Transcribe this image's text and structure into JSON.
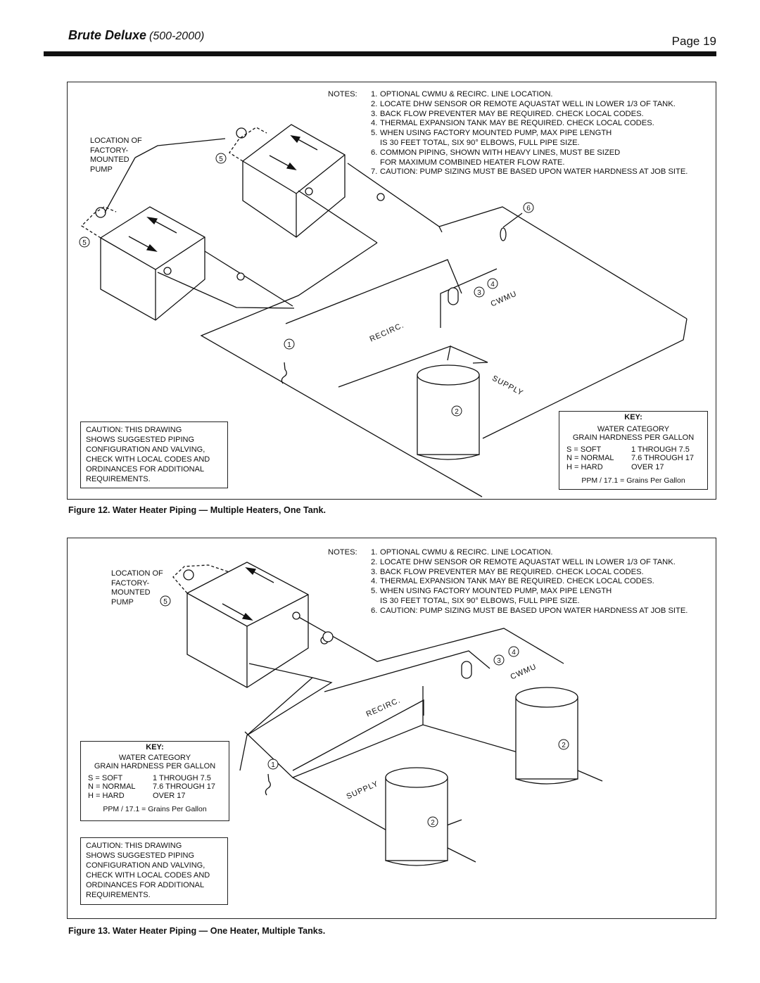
{
  "header": {
    "brand": "Brute Deluxe",
    "model": "(500-2000)",
    "page": "Page 19"
  },
  "figure12": {
    "caption": "Figure 12. Water Heater Piping — Multiple Heaters, One Tank.",
    "notes": {
      "lead": "NOTES:",
      "items": [
        {
          "num": "1.",
          "text": "OPTIONAL CWMU & RECIRC. LINE LOCATION."
        },
        {
          "num": "2.",
          "text": "LOCATE DHW SENSOR OR REMOTE AQUASTAT WELL IN LOWER 1/3 OF TANK."
        },
        {
          "num": "3.",
          "text": "BACK FLOW PREVENTER MAY BE REQUIRED. CHECK LOCAL CODES."
        },
        {
          "num": "4.",
          "text": "THERMAL EXPANSION TANK MAY BE REQUIRED. CHECK LOCAL CODES."
        },
        {
          "num": "5.",
          "text": "WHEN USING FACTORY MOUNTED PUMP, MAX PIPE LENGTH"
        },
        {
          "num": "",
          "text": "IS 30 FEET TOTAL, SIX 90° ELBOWS, FULL PIPE SIZE."
        },
        {
          "num": "6.",
          "text": "COMMON PIPING, SHOWN WITH HEAVY LINES, MUST BE SIZED"
        },
        {
          "num": "",
          "text": "FOR MAXIMUM COMBINED HEATER FLOW RATE."
        },
        {
          "num": "7.",
          "text": "CAUTION: PUMP SIZING MUST BE BASED UPON WATER HARDNESS AT JOB SITE."
        }
      ]
    },
    "pump_label": "LOCATION OF\nFACTORY-\nMOUNTED\nPUMP",
    "recirc": "RECIRC.",
    "supply": "SUPPLY",
    "cwmu": "CWMU",
    "callouts": [
      "1",
      "2",
      "3",
      "4",
      "5",
      "6"
    ],
    "caution": [
      "CAUTION: THIS DRAWING",
      "SHOWS SUGGESTED PIPING",
      "CONFIGURATION AND VALVING,",
      "CHECK WITH LOCAL CODES AND",
      "ORDINANCES FOR ADDITIONAL",
      "REQUIREMENTS."
    ],
    "key": {
      "title": "KEY:",
      "category": "WATER CATEGORY",
      "subtitle": "GRAIN HARDNESS PER GALLON",
      "rows": [
        {
          "code": "S = SOFT",
          "range": "1 THROUGH 7.5"
        },
        {
          "code": "N = NORMAL",
          "range": "7.6 THROUGH 17"
        },
        {
          "code": "H = HARD",
          "range": "OVER 17"
        }
      ],
      "ppm": "PPM / 17.1 = Grains Per Gallon"
    }
  },
  "figure13": {
    "caption": "Figure 13. Water Heater Piping — One Heater, Multiple Tanks.",
    "notes": {
      "lead": "NOTES:",
      "items": [
        {
          "num": "1.",
          "text": "OPTIONAL CWMU & RECIRC. LINE LOCATION."
        },
        {
          "num": "2.",
          "text": "LOCATE DHW SENSOR OR REMOTE AQUASTAT WELL IN LOWER 1/3 OF TANK."
        },
        {
          "num": "3.",
          "text": "BACK FLOW PREVENTER MAY BE REQUIRED. CHECK LOCAL CODES."
        },
        {
          "num": "4.",
          "text": "THERMAL EXPANSION TANK MAY BE REQUIRED. CHECK LOCAL CODES."
        },
        {
          "num": "5.",
          "text": "WHEN USING FACTORY MOUNTED PUMP, MAX PIPE LENGTH"
        },
        {
          "num": "",
          "text": "IS 30 FEET TOTAL, SIX 90° ELBOWS, FULL PIPE SIZE."
        },
        {
          "num": "6.",
          "text": "CAUTION: PUMP SIZING MUST BE BASED UPON WATER HARDNESS AT JOB SITE."
        }
      ]
    },
    "pump_label": "LOCATION OF\nFACTORY-\nMOUNTED\nPUMP",
    "recirc": "RECIRC.",
    "supply": "SUPPLY",
    "cwmu": "CWMU",
    "callouts": [
      "1",
      "2",
      "2",
      "3",
      "4",
      "5"
    ],
    "caution": [
      "CAUTION: THIS DRAWING",
      "SHOWS SUGGESTED PIPING",
      "CONFIGURATION AND VALVING,",
      "CHECK WITH LOCAL CODES AND",
      "ORDINANCES FOR ADDITIONAL",
      "REQUIREMENTS."
    ],
    "key": {
      "title": "KEY:",
      "category": "WATER CATEGORY",
      "subtitle": "GRAIN HARDNESS PER GALLON",
      "rows": [
        {
          "code": "S = SOFT",
          "range": "1 THROUGH 7.5"
        },
        {
          "code": "N = NORMAL",
          "range": "7.6 THROUGH 17"
        },
        {
          "code": "H = HARD",
          "range": "OVER 17"
        }
      ],
      "ppm": "PPM / 17.1 = Grains Per Gallon"
    }
  }
}
